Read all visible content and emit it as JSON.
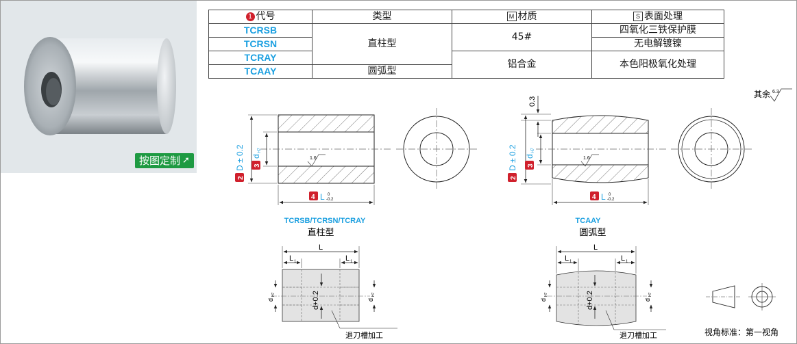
{
  "custom_button": {
    "label": "按图定制"
  },
  "table": {
    "headers": {
      "code": "代号",
      "code_badge": "1",
      "type": "类型",
      "material": "材质",
      "material_badge": "M",
      "surface": "表面处理",
      "surface_badge": "S"
    },
    "codes": [
      "TCRSB",
      "TCRSN",
      "TCRAY",
      "TCAAY"
    ],
    "types": {
      "straight": "直柱型",
      "arc": "圆弧型"
    },
    "materials": {
      "steel": "45#",
      "aluminum": "铝合金"
    },
    "surfaces": {
      "blackening": "四氧化三铁保护膜",
      "nickel": "无电解镀镍",
      "anodize": "本色阳极氧化处理"
    }
  },
  "roughness": {
    "label": "其余",
    "value": "6.3"
  },
  "drawing_left": {
    "code_label": "TCRSB/TCRSN/TCRAY",
    "type_label": "直柱型",
    "dim_D": "D ± 0.2",
    "dim_d": "d",
    "dim_d_sub": "H7",
    "dim_L": "L",
    "tol_L_upper": "0",
    "tol_L_lower": "-0.2",
    "roughness_inner": "1.6",
    "badge_D": "2",
    "badge_d": "3",
    "badge_L": "4"
  },
  "drawing_right": {
    "code_label": "TCAAY",
    "type_label": "圆弧型",
    "dim_top": "0.3",
    "dim_D": "D ± 0.2",
    "dim_d": "d",
    "dim_d_sub": "H7",
    "dim_L": "L",
    "tol_L_upper": "0",
    "tol_L_lower": "-0.2",
    "roughness_inner": "1.6",
    "badge_D": "2",
    "badge_d": "3",
    "badge_L": "4"
  },
  "relief_left": {
    "L": "L",
    "L1": "L",
    "L1_sub": "1",
    "d": "d",
    "d_sub": "H7",
    "d_plus": "d+0.2",
    "label": "退刀槽加工"
  },
  "relief_right": {
    "L": "L",
    "L1": "L",
    "L1_sub": "1",
    "d": "d",
    "d_sub": "H7",
    "d_plus": "d+0.2",
    "label": "退刀槽加工"
  },
  "projection": {
    "label": "视角标准：第一视角"
  },
  "colors": {
    "accent_blue": "#1a9fe0",
    "badge_red": "#d0202c",
    "button_green": "#1e9a42",
    "panel_bg": "#e2e7ea"
  }
}
